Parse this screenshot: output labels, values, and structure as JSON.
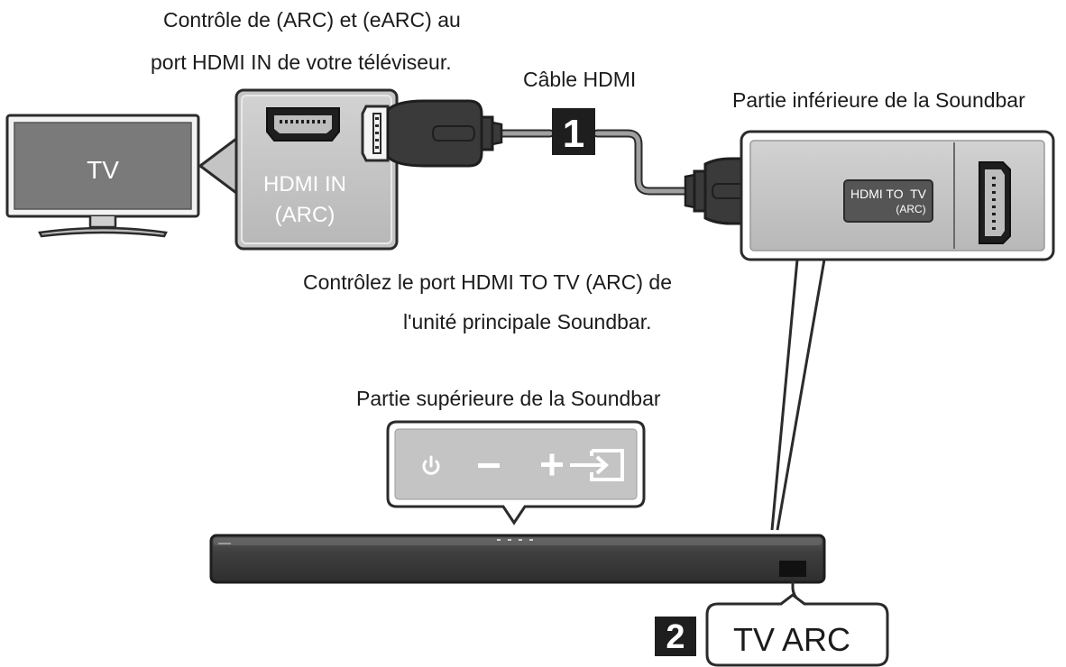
{
  "labels": {
    "tv_port_check_line1": "Contrôle de (ARC) et (eARC) au",
    "tv_port_check_line2": "port HDMI IN de votre téléviseur.",
    "cable": "Câble HDMI",
    "soundbar_bottom": "Partie inférieure de la Soundbar",
    "soundbar_port_check_line1": "Contrôlez le port HDMI TO TV (ARC) de",
    "soundbar_port_check_line2": "l'unité principale Soundbar.",
    "soundbar_top": "Partie supérieure de la Soundbar"
  },
  "tv": {
    "screen_label": "TV",
    "port_label_line1": "HDMI IN",
    "port_label_line2": "(ARC)"
  },
  "soundbar_port": {
    "label_line1": "HDMI TO  TV",
    "label_line2": "(ARC)"
  },
  "steps": {
    "step1": "1",
    "step2": "2"
  },
  "indicator": {
    "text": "TV ARC"
  },
  "icons": [
    "power-icon",
    "minus-icon",
    "plus-icon",
    "source-input-icon"
  ],
  "colors": {
    "outline": "#2b2b2b",
    "panel_gray": "#c4c4c4",
    "dark_body": "#3a3a3a",
    "cable_gray": "#a0a0a0"
  }
}
